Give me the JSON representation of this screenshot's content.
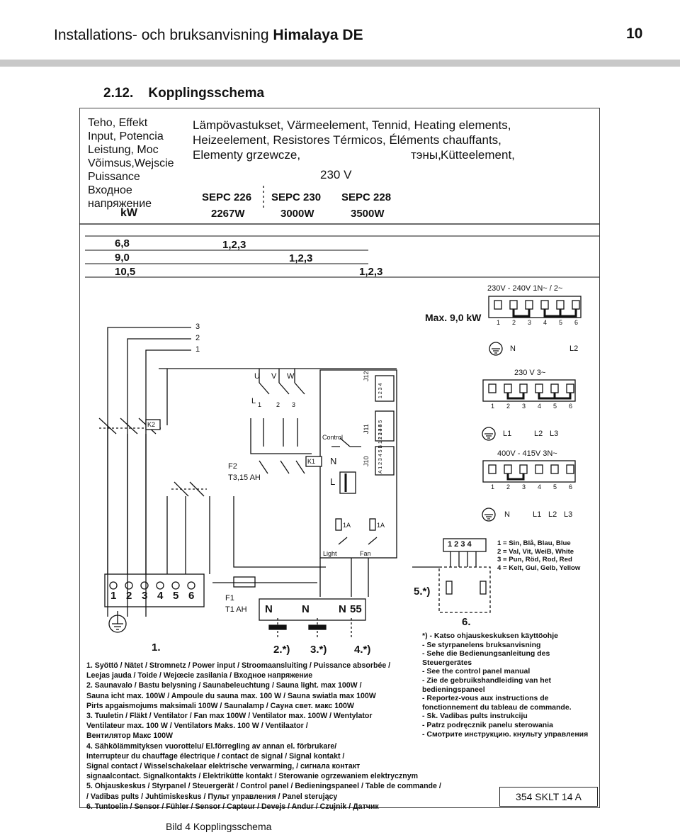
{
  "header": {
    "title_prefix": "Installations- och bruksanvisning ",
    "title_product": "Himalaya DE",
    "page_number": "10"
  },
  "section": {
    "number": "2.12.",
    "title": "Kopplingsschema"
  },
  "table": {
    "left_header": [
      "Teho, Effekt",
      "Input, Potencia",
      "Leistung, Moc",
      "Võimsus,Wejscie",
      "Puissance",
      "Входное",
      "напряжение",
      "kW"
    ],
    "elements_text": [
      "Lämpövastukset, Värmeelement, Tennid, Heating elements,",
      "Heizeelement, Resistores Térmicos, Éléments chauffants,"
    ],
    "elements_line3": "Elementy grzewcze,",
    "elements_ru": "тэны,",
    "elements_fi": "Kütteelement,",
    "voltage": "230 V",
    "models": [
      "SEPC 226",
      "SEPC 230",
      "SEPC 228"
    ],
    "powers": [
      "2267W",
      "3000W",
      "3500W"
    ],
    "rows": [
      {
        "kw": "6,8",
        "elements": "1,2,3"
      },
      {
        "kw": "9,0",
        "elements": "1,2,3"
      },
      {
        "kw": "10,5",
        "elements": "1,2,3"
      }
    ]
  },
  "diagram": {
    "max_power": "Max. 9,0 kW",
    "block1_voltage": "230V - 240V  1N~ / 2~",
    "block2_voltage": "230 V  3~",
    "block3_voltage": "400V - 415V  3N~",
    "terminal_numbers": [
      "1",
      "2",
      "3",
      "4",
      "5",
      "6"
    ],
    "block1_labels": [
      "N",
      "L2"
    ],
    "block2_labels": [
      "L1",
      "L2",
      "L3"
    ],
    "block3_labels": [
      "N",
      "L1",
      "L2",
      "L3"
    ],
    "element_numbers": [
      "3",
      "2",
      "1"
    ],
    "uvw": [
      "U",
      "V",
      "W"
    ],
    "l_label": "L",
    "l123": [
      "1",
      "2",
      "3"
    ],
    "contactor_k2": "K2",
    "contactor_k1": "K1",
    "fuse_f2": [
      "F2",
      "T3,15 AH"
    ],
    "fuse_f1": [
      "F1",
      "T1 AH"
    ],
    "control": "Control",
    "nl": [
      "N",
      "L"
    ],
    "j_labels": [
      "J12",
      "J11",
      "J10"
    ],
    "j12_pins": "1 2 3 4",
    "j11_pins": "1 2 3 4 5",
    "j10_pins": "A 1 2 3 4 5  B 1 2 3 4 5",
    "fuse_1a": [
      "1A",
      "1A"
    ],
    "light": "Light",
    "fan": "Fan",
    "bottom_terminals": [
      "1",
      "2",
      "3",
      "4",
      "5",
      "6"
    ],
    "strip_labels": [
      "N",
      "N",
      "N",
      "55"
    ],
    "callouts": [
      "1.",
      "2.*)",
      "3.*)",
      "4.*)",
      "5.*)",
      "6."
    ],
    "sensor_pins": "1 2 3 4",
    "color_legend": [
      "1 =  Sin, Blå, Blau, Blue",
      "2 =  Val, Vit, WeiB, White",
      "3 =  Pun, Röd, Rod, Red",
      "4 =  Kelt, Gul, Gelb, Yellow"
    ]
  },
  "panel_list": [
    "*)  - Katso ohjauskeskuksen käyttöohje",
    "    - Se styrpanelens bruksanvisning",
    "    - Sehe die Bedienungsanleitung des",
    "      Steuergerätes",
    "    - See the control panel manual",
    "    - Zie de gebruikshandleiding van het",
    "      bedieningspaneel",
    "    - Reportez-vous aux instructions de",
    "      fonctionnement du tableau de commande.",
    "    - Sk. Vadibas pults instrukciju",
    "    - Patrz podręcznik panelu sterowania",
    "    - Смотрите инструкцию. кнульту управления"
  ],
  "notes": [
    "1. Syöttö / Nätet / Stromnetz / Power input / Stroomaansluiting / Puissance absorbée /",
    "    Leejas jauda / Toide / Wejœcie zasilania / Входное напряжение",
    "2. Saunavalo / Bastu belysning / Saunabeleuchtung / Sauna light.  max 100W /",
    "    Sauna icht max. 100W / Ampoule du sauna max. 100 W / Sauna swiatla max 100W",
    "    Pirts apgaismojums maksimali 100W / Saunalamp / Сауна свет. макс 100W",
    "3. Tuuletin / Fläkt / Ventilator / Fan max 100W / Ventilator max. 100W / Wentylator",
    "    Ventilateur max. 100 W /  Ventilators Maks. 100 W / Ventilaator /",
    "    Вентилятор Макс 100W",
    "4. Sähkölämmityksen vuorottelu/ El.förregling av annan el. förbrukare/",
    "    Interrupteur du chauffage électrique / contact de signal / Signal kontakt /",
    "    Signal contact / Wisselschakelaar elektrische verwarming, / сигнала контакт",
    "    signaalcontact. Signalkontakts / Elektrikütte kontakt / Sterowanie ogrzewaniem elektrycznym",
    "5. Ohjauskeskus / Styrpanel / Steuergerät / Control panel / Bedieningspaneel / Table de commande /",
    "    / Vadibas pults  / Juhtimiskeskus /  Пульт управления / Panel sterujący",
    "6. Tuntoelin / Sensor / Fühler / Sensor / Capteur / Devejs / Andur / Czujnik / Датчик"
  ],
  "code": "354 SKLT 14 A",
  "caption": "Bild 4  Kopplingsschema"
}
